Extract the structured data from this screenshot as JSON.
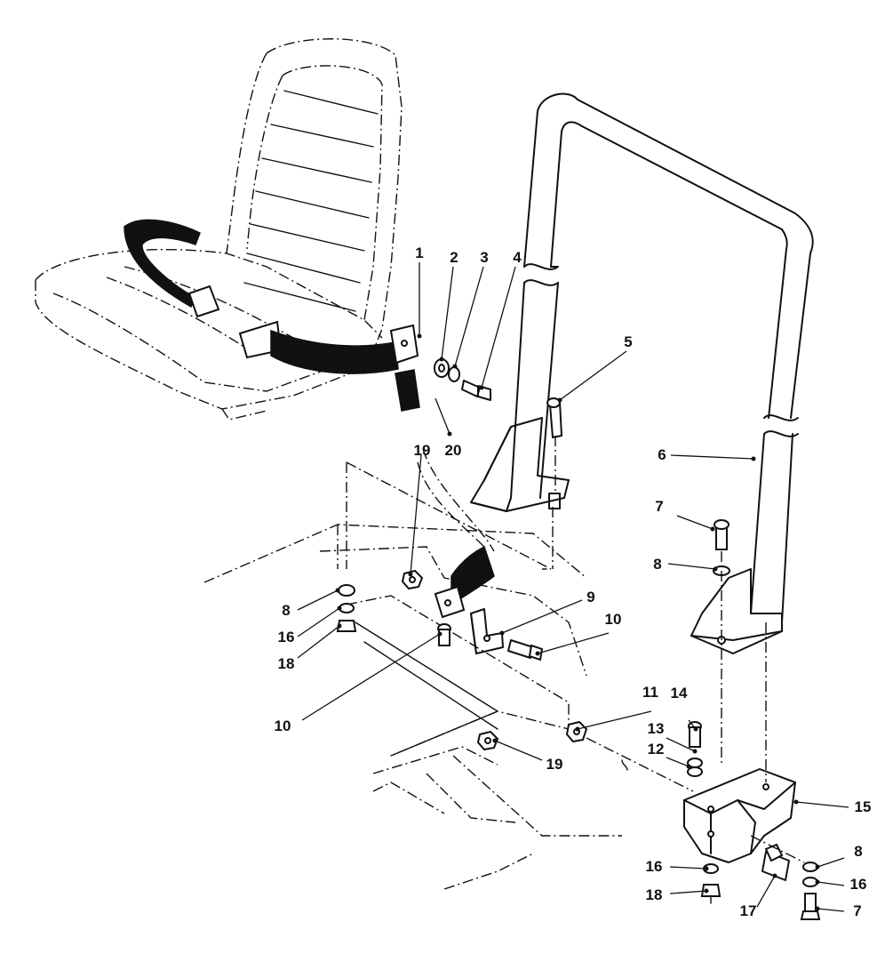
{
  "callouts": [
    {
      "id": "c1",
      "text": "1"
    },
    {
      "id": "c2",
      "text": "2"
    },
    {
      "id": "c3",
      "text": "3"
    },
    {
      "id": "c4",
      "text": "4"
    },
    {
      "id": "c5",
      "text": "5"
    },
    {
      "id": "c6",
      "text": "6"
    },
    {
      "id": "c7a",
      "text": "7"
    },
    {
      "id": "c7b",
      "text": "7"
    },
    {
      "id": "c8a",
      "text": "8"
    },
    {
      "id": "c8b",
      "text": "8"
    },
    {
      "id": "c8c",
      "text": "8"
    },
    {
      "id": "c9",
      "text": "9"
    },
    {
      "id": "c10a",
      "text": "10"
    },
    {
      "id": "c10b",
      "text": "10"
    },
    {
      "id": "c11",
      "text": "11"
    },
    {
      "id": "c12",
      "text": "12"
    },
    {
      "id": "c13",
      "text": "13"
    },
    {
      "id": "c14",
      "text": "14"
    },
    {
      "id": "c15",
      "text": "15"
    },
    {
      "id": "c16a",
      "text": "16"
    },
    {
      "id": "c16b",
      "text": "16"
    },
    {
      "id": "c16c",
      "text": "16"
    },
    {
      "id": "c17",
      "text": "17"
    },
    {
      "id": "c18a",
      "text": "18"
    },
    {
      "id": "c18b",
      "text": "18"
    },
    {
      "id": "c19a",
      "text": "19"
    },
    {
      "id": "c19b",
      "text": "19"
    },
    {
      "id": "c20",
      "text": "20"
    }
  ]
}
